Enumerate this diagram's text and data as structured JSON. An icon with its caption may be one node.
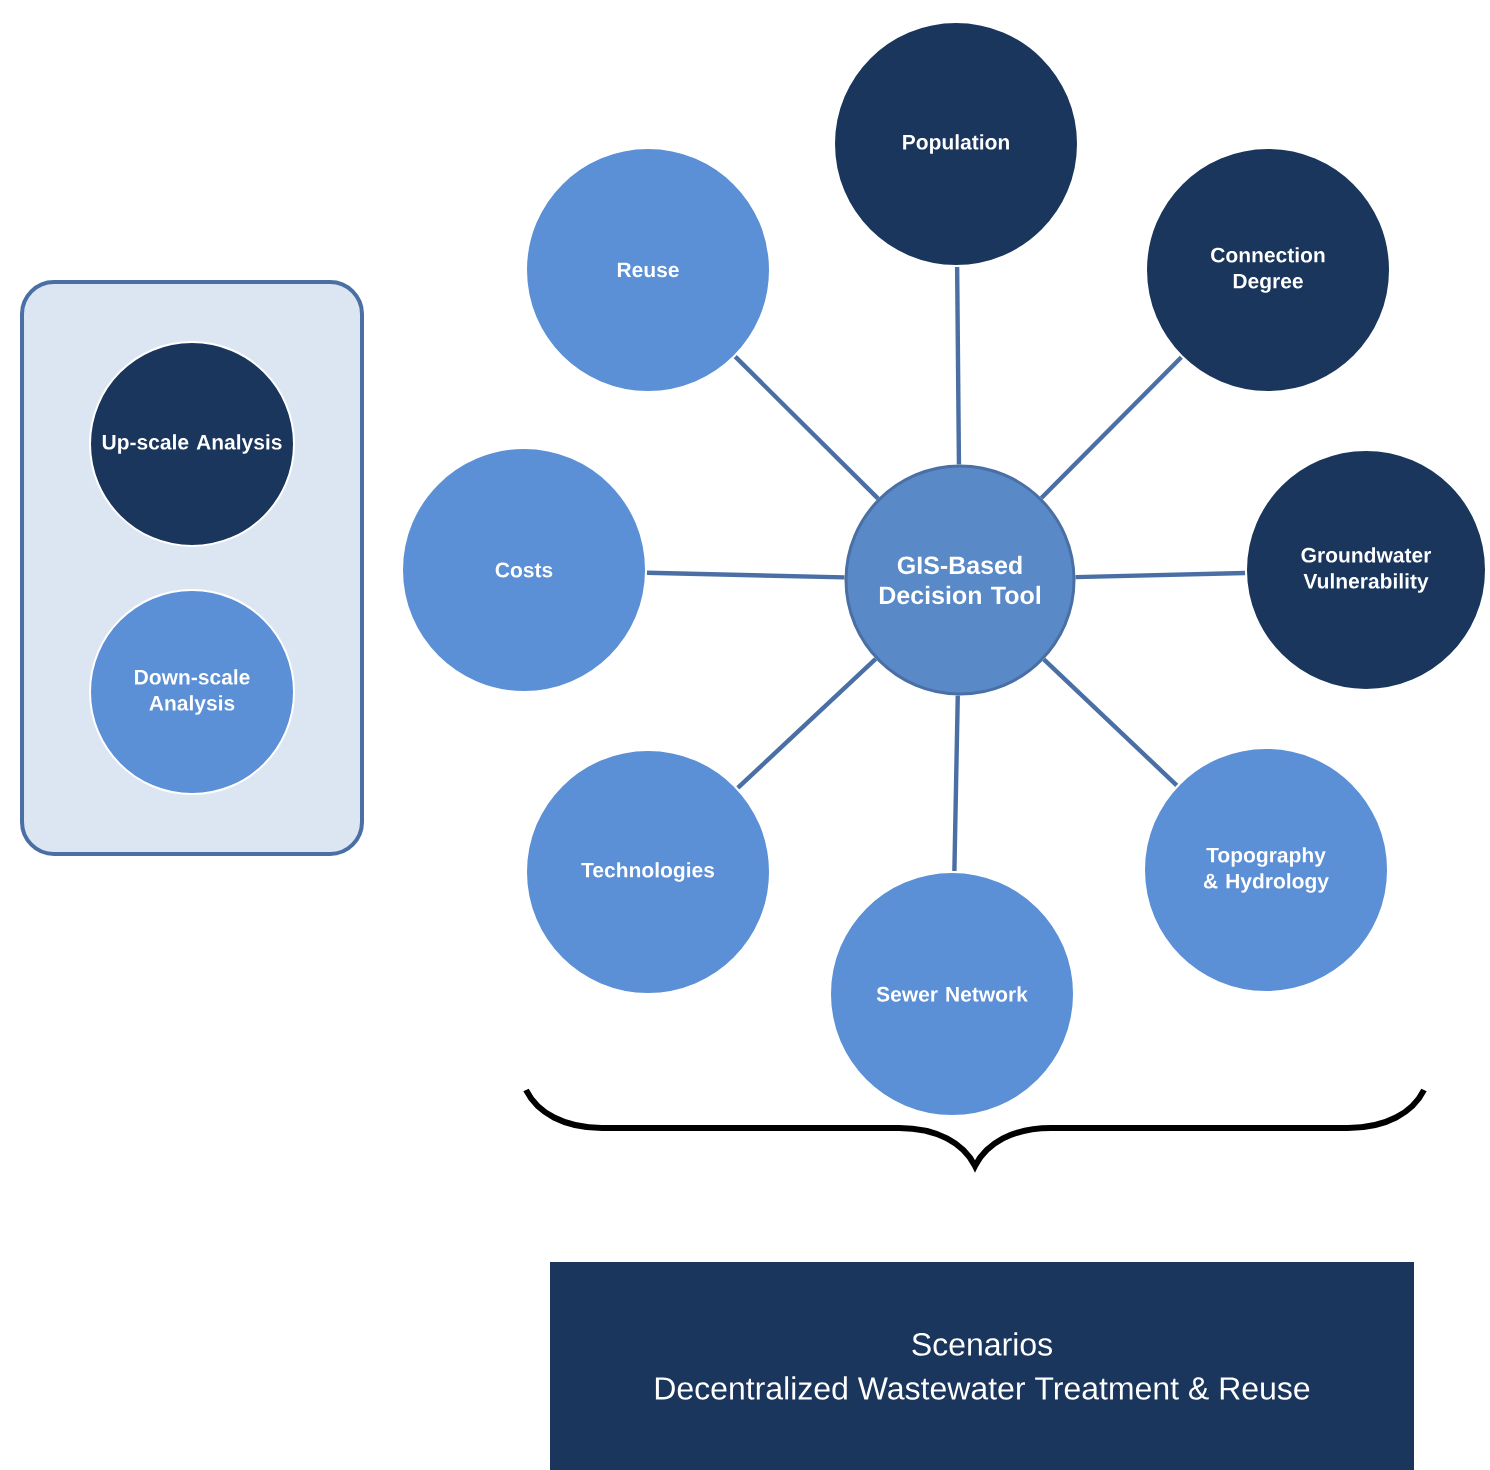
{
  "diagram": {
    "nodes": [
      {
        "text": [],
        "shape": "box"
      },
      {
        "text": [
          "Up-scale Analysis"
        ],
        "in": 0
      },
      {
        "text": [
          "Down-scale Analysis"
        ],
        "in": 0
      },
      {
        "text": [
          "GIS-Based Decision Tool"
        ]
      },
      {
        "text": [
          "Population"
        ]
      },
      {
        "text": [
          "Connection Degree"
        ]
      },
      {
        "text": [
          "Groundwater Vulnerability"
        ]
      },
      {
        "text": [
          "Topography & Hydrology"
        ]
      },
      {
        "text": [
          "Sewer Network"
        ]
      },
      {
        "text": [
          "Technologies"
        ]
      },
      {
        "text": [
          "Costs"
        ]
      },
      {
        "text": [
          "Reuse"
        ]
      },
      {
        "text": [
          "Scenarios",
          "Decentralized Wastewater Treatment & Reuse"
        ]
      }
    ],
    "edges": [
      {
        "from": 3,
        "to": 4,
        "arrow": "none"
      },
      {
        "from": 3,
        "to": 5,
        "arrow": "none"
      },
      {
        "from": 3,
        "to": 6,
        "arrow": "none"
      },
      {
        "from": 3,
        "to": 7,
        "arrow": "none"
      },
      {
        "from": 3,
        "to": 8,
        "arrow": "none"
      },
      {
        "from": 3,
        "to": 9,
        "arrow": "none"
      },
      {
        "from": 3,
        "to": 10,
        "arrow": "none"
      },
      {
        "from": 3,
        "to": 11,
        "arrow": "none"
      }
    ]
  }
}
